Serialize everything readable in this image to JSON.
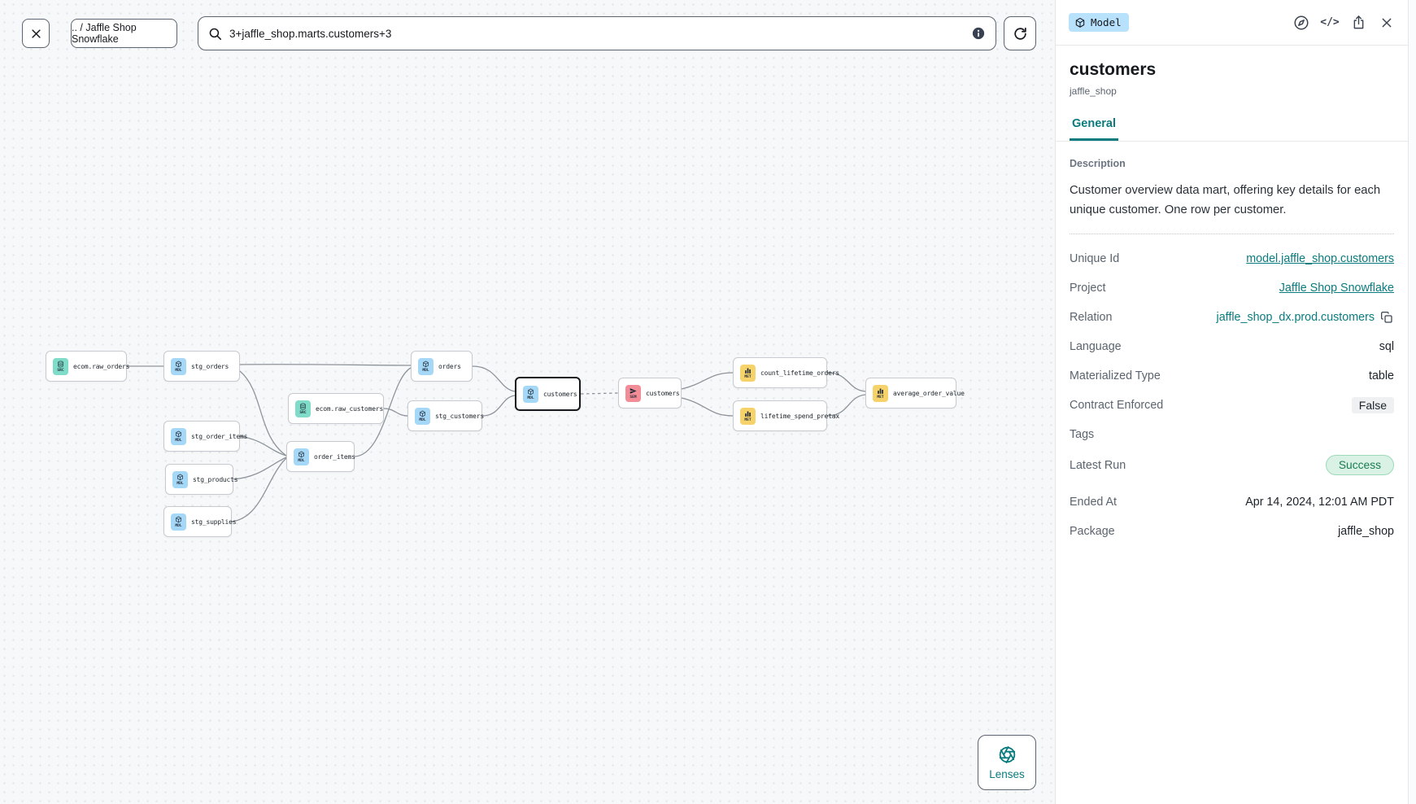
{
  "toolbar": {
    "breadcrumb": ".. / Jaffle Shop Snowflake",
    "search_value": "3+jaffle_shop.marts.customers+3"
  },
  "icons": {
    "code_glyph": "</>"
  },
  "graph": {
    "badge_labels": {
      "src": "SRC",
      "mdl": "MDL",
      "sem": "SEM",
      "met": "MET"
    },
    "nodes": [
      {
        "label": "ecom.raw_orders",
        "type": "source"
      },
      {
        "label": "stg_orders",
        "type": "model"
      },
      {
        "label": "ecom.raw_customers",
        "type": "source"
      },
      {
        "label": "stg_order_items",
        "type": "model"
      },
      {
        "label": "stg_products",
        "type": "model"
      },
      {
        "label": "stg_supplies",
        "type": "model"
      },
      {
        "label": "order_items",
        "type": "model"
      },
      {
        "label": "orders",
        "type": "model"
      },
      {
        "label": "stg_customers",
        "type": "model"
      },
      {
        "label": "customers",
        "type": "model",
        "selected": true
      },
      {
        "label": "customers",
        "type": "semantic"
      },
      {
        "label": "count_lifetime_orders",
        "type": "metric"
      },
      {
        "label": "lifetime_spend_pretax",
        "type": "metric"
      },
      {
        "label": "average_order_value",
        "type": "metric"
      }
    ],
    "lenses_label": "Lenses"
  },
  "panel": {
    "badge": "Model",
    "title": "customers",
    "subtitle": "jaffle_shop",
    "tab_general": "General",
    "description_label": "Description",
    "description": "Customer overview data mart, offering key details for each unique customer. One row per customer.",
    "fields": {
      "unique_id": {
        "label": "Unique Id",
        "value": "model.jaffle_shop.customers"
      },
      "project": {
        "label": "Project",
        "value": "Jaffle Shop Snowflake"
      },
      "relation": {
        "label": "Relation",
        "value": "jaffle_shop_dx.prod.customers"
      },
      "language": {
        "label": "Language",
        "value": "sql"
      },
      "materialized_type": {
        "label": "Materialized Type",
        "value": "table"
      },
      "contract_enforced": {
        "label": "Contract Enforced",
        "value": "False"
      },
      "tags": {
        "label": "Tags",
        "value": ""
      },
      "latest_run": {
        "label": "Latest Run",
        "value": "Success"
      },
      "ended_at": {
        "label": "Ended At",
        "value": "Apr 14, 2024, 12:01 AM PDT"
      },
      "package": {
        "label": "Package",
        "value": "jaffle_shop"
      }
    }
  },
  "colors": {
    "accent_teal": "#0a7b7e",
    "model_badge_bg": "#b8e1fc",
    "source_chip": "#7edcc8",
    "model_chip": "#a5d7f7",
    "semantic_chip": "#f28d98",
    "metric_chip": "#f6d36a",
    "success_bg": "#d9f2e5",
    "success_text": "#197b4f"
  }
}
